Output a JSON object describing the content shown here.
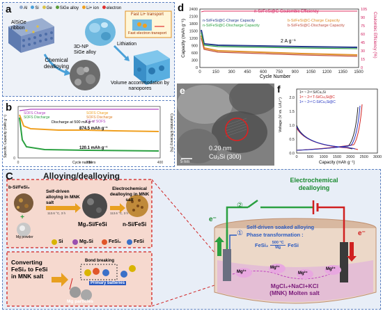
{
  "panel_a": {
    "label": "a",
    "legend": [
      "Al",
      "Si",
      "Ge",
      "SiGe alloy",
      "Li+ ion",
      "electron"
    ],
    "legend_colors": [
      "#8fa7c9",
      "#4aa0d8",
      "#d9c24a",
      "#5a9c3a",
      "#f0a020",
      "#e03030"
    ],
    "ribbon_label": "AlSiGe ribbon",
    "process": "Chemical dealloying",
    "product": "3D-NP SiGe alloy",
    "step2": "Lithiation",
    "note": "Volume accommodation by nanopores",
    "box1": "Fast Li+ transport",
    "box2": "Fast electron transport"
  },
  "panel_b": {
    "label": "b",
    "legend": [
      "SOFS Charge",
      "SOFS Discharge",
      "SOFS Charge",
      "SOFS Discharge",
      "CE of SOFS"
    ],
    "annotation_rate": "Discharge at 500 mA g⁻¹",
    "value_upper": "874.5 mAh g⁻¹",
    "value_lower": "120.1 mAh g⁻¹",
    "xlabel": "Cycle numbers",
    "ylabel_left": "Specific Capacity (mAh g⁻¹)",
    "ylabel_right": "Coulombic Efficiency (%)"
  },
  "panel_d": {
    "label": "d",
    "title_legend": "n-Si/FeSi@C-Coulombic Efficiency",
    "legend": [
      "n-Si/FeSi@C-Charge Capacity",
      "b-Si/FeSi@C-Charge Capacity",
      "n-Si/FeSi@C-Discharge Capacity",
      "b-Si/FeSi@C-Discharge Capacity"
    ],
    "rate": "2 A g⁻¹",
    "xlabel": "Cycle Number",
    "ylabel_left": "Capacity (mAh g⁻¹)",
    "ylabel_right": "Coulombic Efficiency (%)",
    "xticks": [
      "0",
      "150",
      "300",
      "450",
      "600",
      "750",
      "900",
      "1050",
      "1200",
      "1350",
      "1500"
    ],
    "yticks_left": [
      "0",
      "300",
      "600",
      "900",
      "1200",
      "1500",
      "1800",
      "2100",
      "2400"
    ],
    "yticks_right": [
      "0",
      "15",
      "30",
      "45",
      "60",
      "75",
      "90",
      "105"
    ]
  },
  "panel_e": {
    "label": "e",
    "lattice": "0.20 nm",
    "plane": "Cu₃Si (300)",
    "scale": "5 nm"
  },
  "panel_f": {
    "label": "f",
    "legend": [
      "1ˢᵗ ~ 2ⁿᵈ Si/Cu₃Si",
      "1ˢᵗ ~ 2ⁿᵈ T-Si/Cu₃Si@C",
      "1ˢᵗ ~ 2ⁿᵈ C-Si/Cu₃Si@C"
    ],
    "legend_colors": [
      "#222222",
      "#d02020",
      "#2030c0"
    ],
    "xlabel": "Capacity (mAh g⁻¹)",
    "ylabel": "Voltage (V vs. Li/Li⁺)",
    "xticks": [
      "0",
      "500",
      "1000",
      "1500",
      "2000",
      "2500",
      "3000"
    ],
    "yticks": [
      "0.0",
      "0.5",
      "1.0",
      "1.5",
      "2.0"
    ]
  },
  "panel_c": {
    "label": "C",
    "title": "Alloying/dealloying",
    "bulk": "b-Si/FeSi₂",
    "mg_powder": "Mg powder",
    "step1": "Self-driven alloying in MNK salt",
    "step1_temp": "113.6 °C, 3 h",
    "middle": "Mg₂Si/FeSi",
    "step2": "Electrochemical dealloying in MNK salt",
    "step2_temp": "113.6 °C, 3 h",
    "product": "n-Si/FeSi",
    "species": [
      "Si",
      "Mg₂Si",
      "FeSi₂",
      "FeSi"
    ],
    "species_colors": [
      "#d9b400",
      "#9a4fb0",
      "#e0562a",
      "#3a70c8"
    ],
    "convert": "Converting FeSi₂ to FeSi in MNK salt",
    "bond": "Bond breaking",
    "batteries": "Primary batteries",
    "mg_particles": "Mg particles",
    "e_label": "e⁻",
    "ec_title": "Electrochemical dealloying",
    "circle2": "②",
    "circle1": "①",
    "self_driven": "Self-driven soaked alloying",
    "phase": "Phase transformation :",
    "eq_left": "FeSi₂",
    "eq_top": "500 °C",
    "eq_bottom": "Mg",
    "eq_right": "FeSi",
    "ion": "Mg²⁺",
    "salt_formula": "MgCl₂+NaCl+KCl",
    "salt_name": "(MNK) Molten salt"
  }
}
